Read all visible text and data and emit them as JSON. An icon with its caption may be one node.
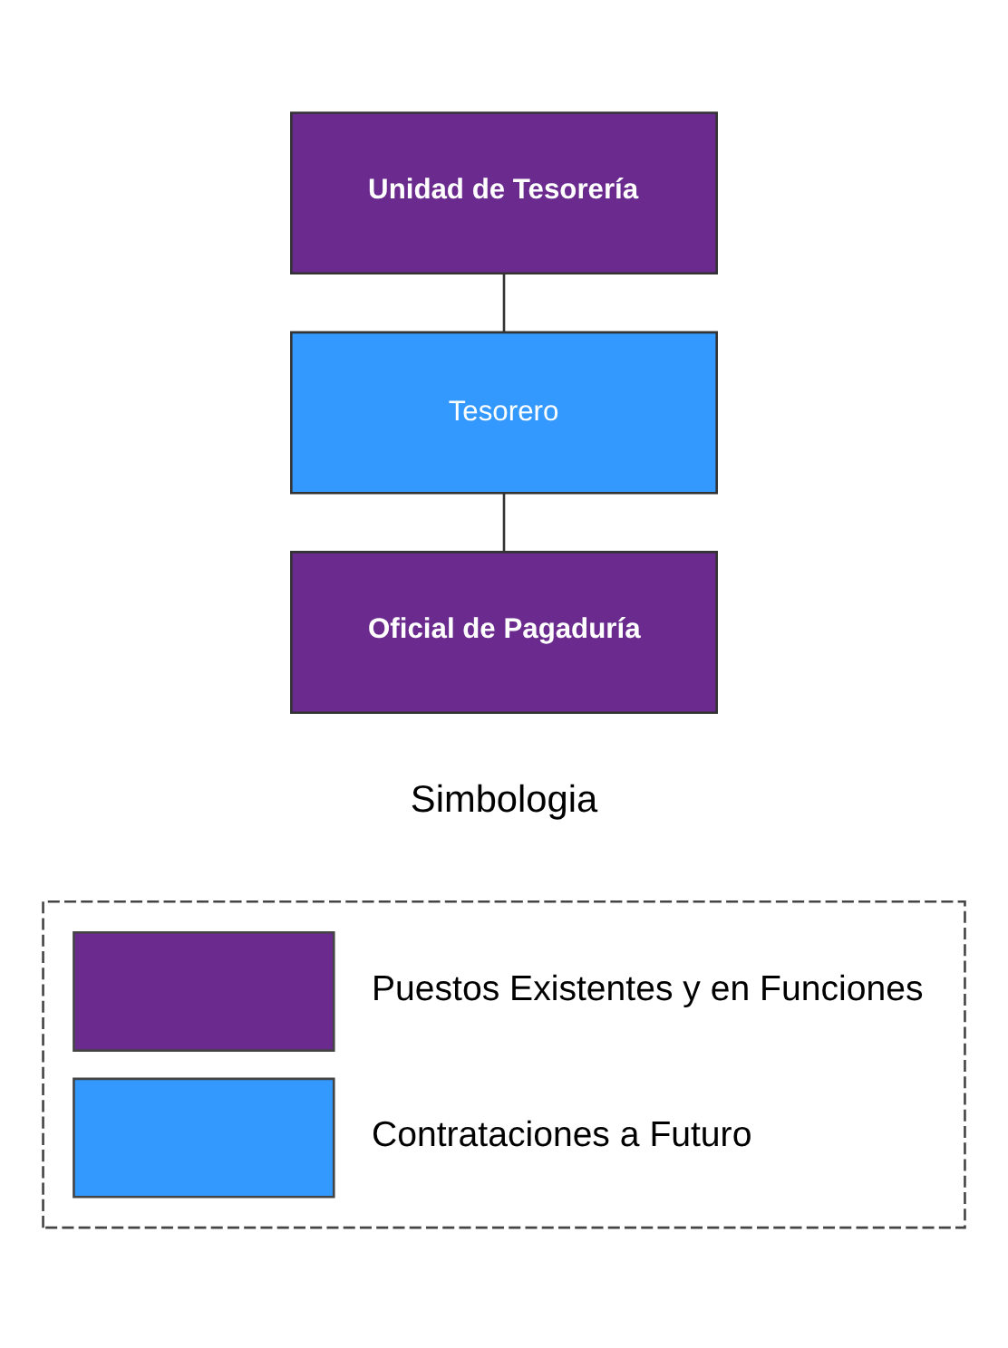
{
  "diagram": {
    "nodes": [
      {
        "text": [
          "Unidad de Tesorería"
        ]
      },
      {
        "text": [
          "Tesorero"
        ]
      },
      {
        "text": [
          "Oficial de Pagaduría"
        ]
      }
    ],
    "edges": [
      {
        "from": 0,
        "to": 1,
        "arrow": "none"
      },
      {
        "from": 1,
        "to": 2,
        "arrow": "none"
      }
    ],
    "labels": [
      "Simbologia"
    ],
    "legend": [
      {
        "text": "Puestos Existentes y en Funciones",
        "color": "#6a2a8e"
      },
      {
        "text": "Contrataciones a Futuro",
        "color": "#3399ff"
      }
    ]
  }
}
